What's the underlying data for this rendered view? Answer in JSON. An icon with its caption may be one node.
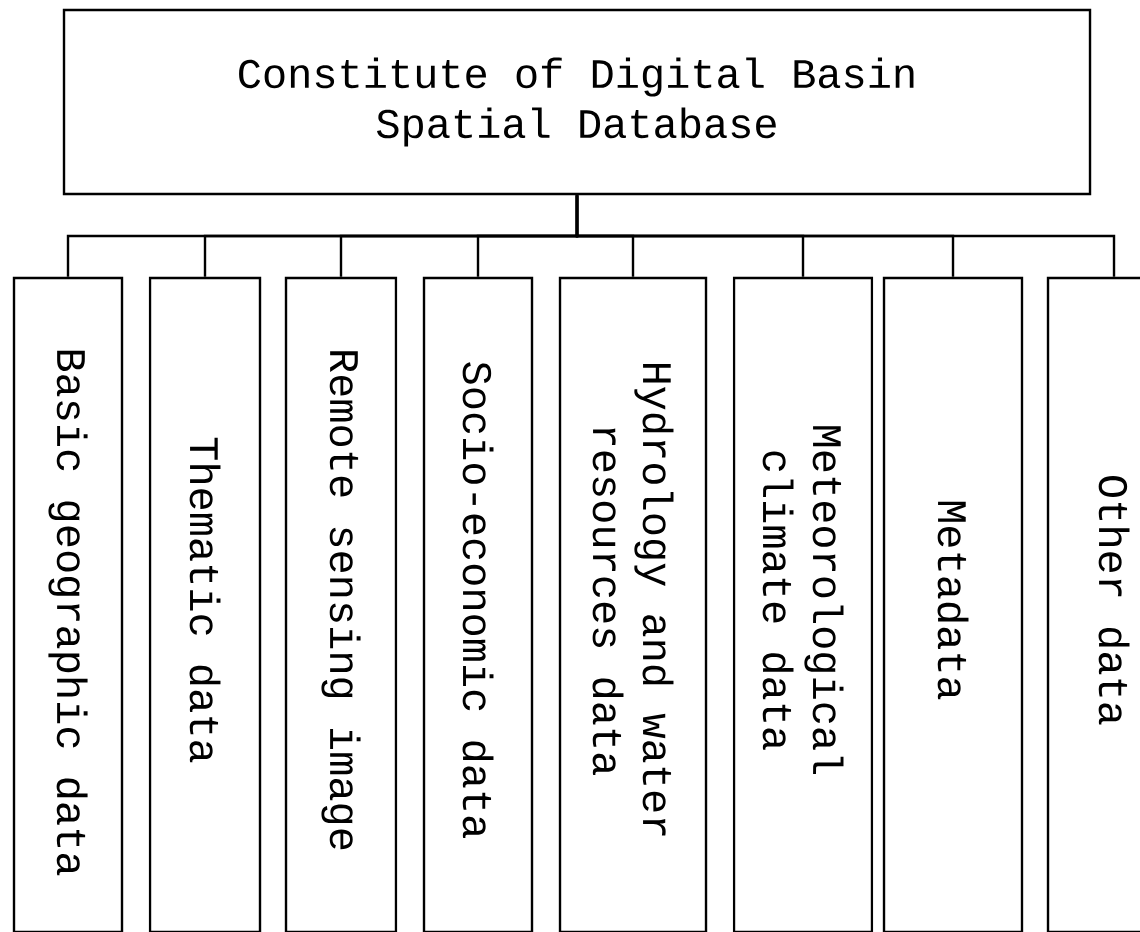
{
  "diagram": {
    "nodes": [
      {
        "text": [
          "Constitute of Digital Basin Spatial Database"
        ]
      },
      {
        "text": [
          "Basic geographic data"
        ]
      },
      {
        "text": [
          "Thematic data"
        ]
      },
      {
        "text": [
          "Remote sensing image"
        ]
      },
      {
        "text": [
          "Socio-economic data"
        ]
      },
      {
        "text": [
          "Hydrology and water resources data"
        ]
      },
      {
        "text": [
          "Meteorological climate data"
        ]
      },
      {
        "text": [
          "Metadata"
        ]
      },
      {
        "text": [
          "Other data"
        ]
      }
    ],
    "edges": [
      {
        "from": 0,
        "to": 1,
        "arrow": "none"
      },
      {
        "from": 0,
        "to": 2,
        "arrow": "none"
      },
      {
        "from": 0,
        "to": 3,
        "arrow": "none"
      },
      {
        "from": 0,
        "to": 4,
        "arrow": "none"
      },
      {
        "from": 0,
        "to": 5,
        "arrow": "none"
      },
      {
        "from": 0,
        "to": 6,
        "arrow": "none"
      },
      {
        "from": 0,
        "to": 7,
        "arrow": "none"
      },
      {
        "from": 0,
        "to": 8,
        "arrow": "none"
      }
    ]
  }
}
